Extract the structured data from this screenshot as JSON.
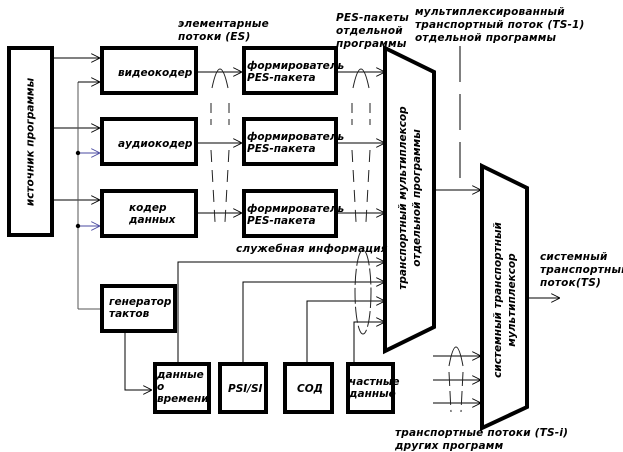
{
  "diagram": {
    "title": "Структура формирования транспортного потока",
    "colors": {
      "line": "#000000",
      "grey_line": "#555555",
      "blue_link": "#4a4aa0",
      "box_border": "#000000",
      "background": "#ffffff"
    },
    "blocks": {
      "source": "источник программы",
      "video_coder": "видеокодер",
      "audio_coder": "аудиокодер",
      "data_coder_line1": "кодер",
      "data_coder_line2": "данных",
      "pes_former_line1": "формирователь",
      "pes_former_line2": "PES-пакета",
      "clock_gen_line1": "генератор",
      "clock_gen_line2": "тактов",
      "time_data_line1": "данные",
      "time_data_line2": "о",
      "time_data_line3": "времени",
      "psi_si": "PSI/SI",
      "sod": "СОД",
      "private_data_line1": "частные",
      "private_data_line2": "данные",
      "program_mux_line1": "транспортный мультиплексор",
      "program_mux_line2": "отдельной программы",
      "system_mux_line1": "системный транспортный",
      "system_mux_line2": "мультиплексор"
    },
    "labels": {
      "es_line1": "элементарные",
      "es_line2": "потоки (ES)",
      "pes_line1": "PES-пакеты",
      "pes_line2": "отдельной",
      "pes_line3": "программы",
      "ts1_line1": "мультиплексированный",
      "ts1_line2": "транспортный поток (TS-1)",
      "ts1_line3": "отдельной программы",
      "service_info": "служебная информация",
      "ts_out_line1": "системный",
      "ts_out_line2": "транспортный",
      "ts_out_line3": "поток(TS)",
      "tsi_line1": "транспортные потоки (TS-i)",
      "tsi_line2": "других программ"
    }
  }
}
